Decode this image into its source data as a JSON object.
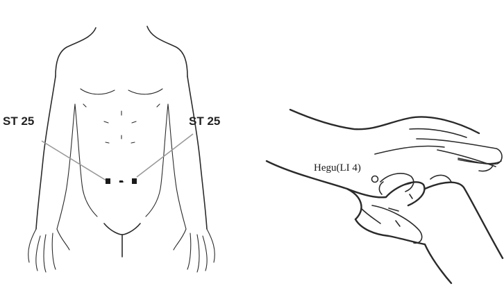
{
  "figure": {
    "left_panel": {
      "label_left": "ST 25",
      "label_right": "ST 25",
      "point_color": "#1a1a1a"
    },
    "right_panel": {
      "label": "Hegu(LI 4)"
    },
    "ink_color": "#2a2a2a",
    "background": "#ffffff"
  }
}
